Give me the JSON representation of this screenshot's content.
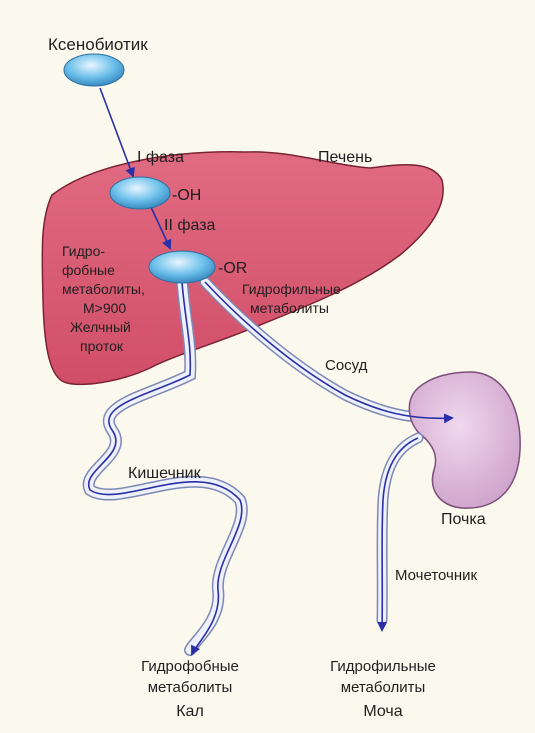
{
  "labels": {
    "xenobiotic": "Ксенобиотик",
    "phase1": "I фаза",
    "oh": "-OH",
    "phase2": "II фаза",
    "or": "-OR",
    "liver": "Печень",
    "hydrophobic_liver": [
      "Гидро-",
      "фобные",
      "метаболиты,",
      "M>900",
      "Желчный",
      "проток"
    ],
    "hydrophilic_liver": [
      "Гидрофильные",
      "метаболиты"
    ],
    "vessel": "Сосуд",
    "intestine": "Кишечник",
    "kidney": "Почка",
    "ureter": "Мочеточник",
    "out_hydrophobic": [
      "Гидрофобные",
      "метаболиты"
    ],
    "feces": "Кал",
    "out_hydrophilic": [
      "Гидрофильные",
      "метаболиты"
    ],
    "urine": "Моча"
  },
  "colors": {
    "background": "#fbf8ee",
    "liver": "#d95a73",
    "liver_outline": "#7a2433",
    "kidney": "#ddb6d8",
    "kidney_outline": "#7b4f78",
    "duct": "#eef1fb",
    "duct_outline": "#7c88b4",
    "arrow": "#2a2fa6",
    "molecule": "#5ab0de"
  }
}
